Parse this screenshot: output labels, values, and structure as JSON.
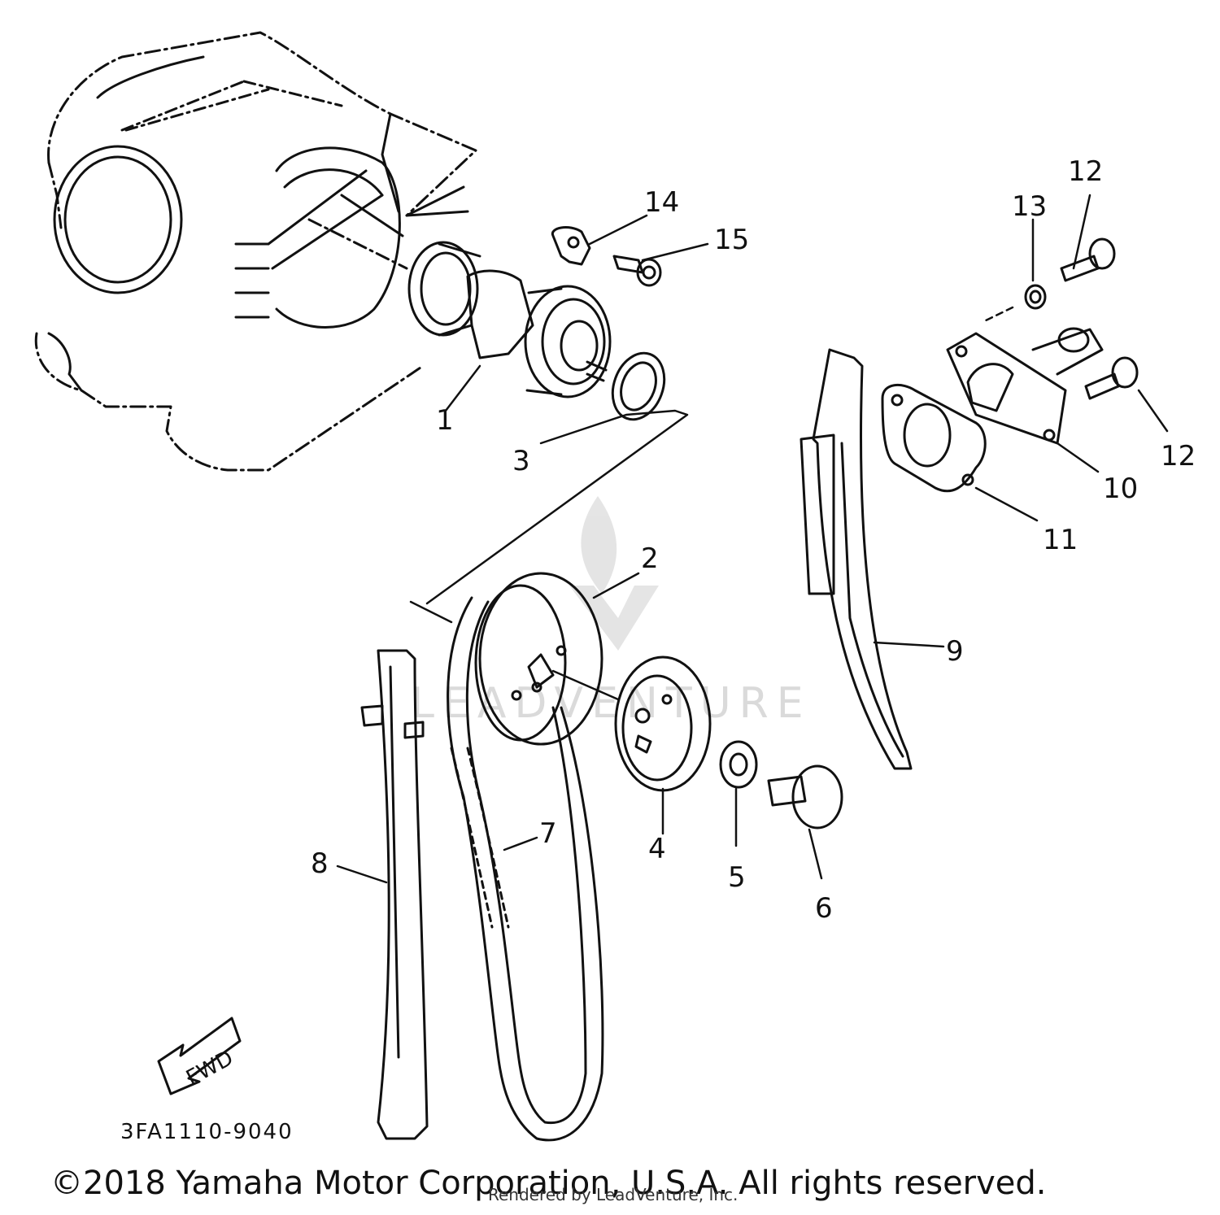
{
  "callouts": {
    "p1": "1",
    "p2": "2",
    "p3": "3",
    "p4": "4",
    "p5": "5",
    "p6": "6",
    "p7": "7",
    "p8": "8",
    "p9": "9",
    "p10": "10",
    "p11": "11",
    "p12a": "12",
    "p12b": "12",
    "p13": "13",
    "p14": "14",
    "p15": "15"
  },
  "direction_label": "FWD",
  "drawing_code": "3FA1110-9040",
  "copyright": "©2018 Yamaha Motor Corporation, U.S.A. All rights reserved.",
  "rendered_by": "Rendered by LeadVenture, Inc.",
  "watermark": "LEADVENTURE",
  "colors": {
    "line": "#111111",
    "watermark": "#d6d6d6"
  }
}
